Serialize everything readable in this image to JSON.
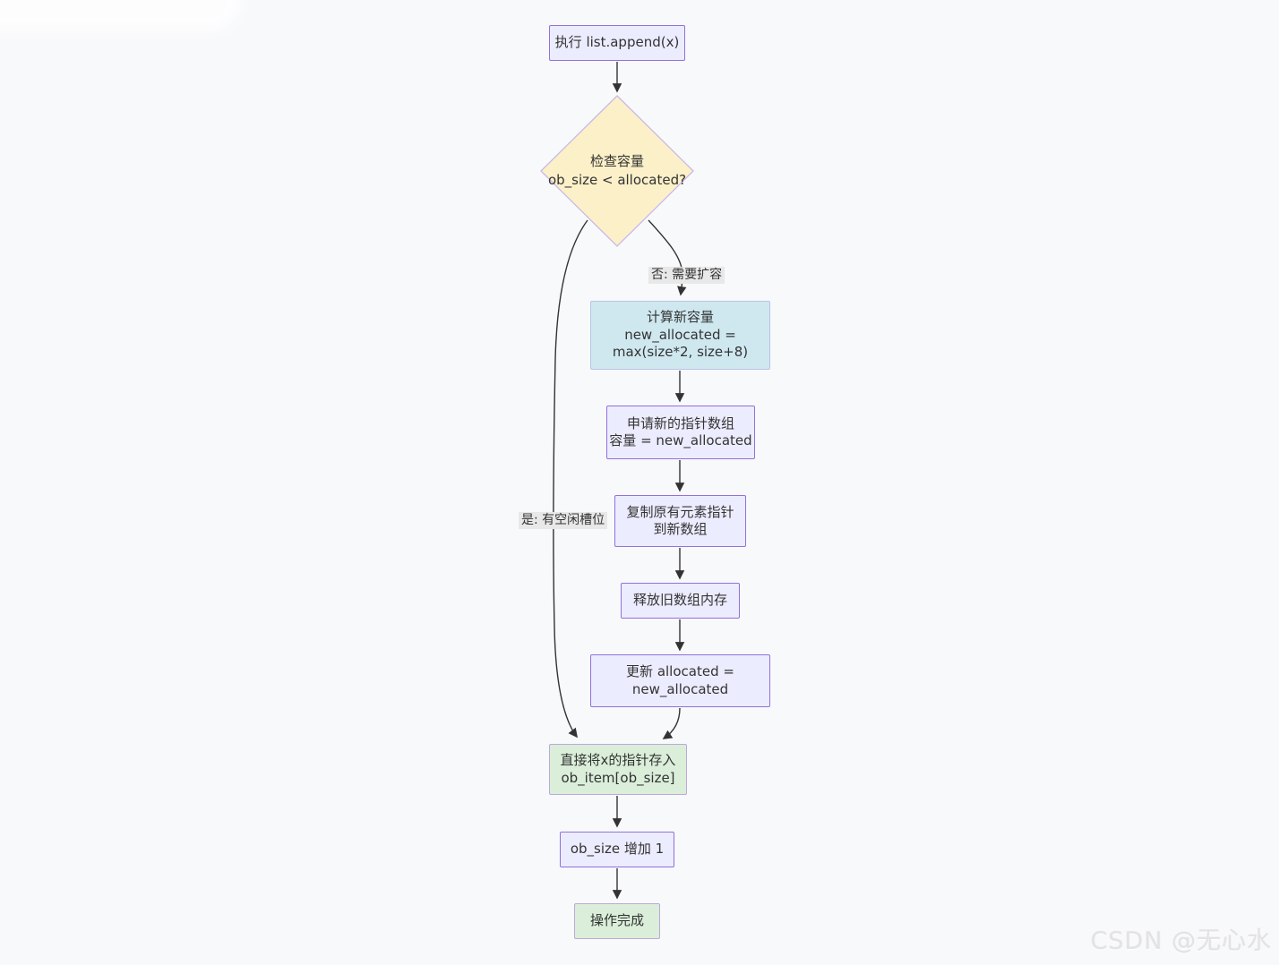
{
  "watermark": "CSDN @无心水",
  "diagram": {
    "nodes": {
      "start": {
        "lines": [
          "执行 list.append(x)"
        ]
      },
      "check_capacity": {
        "lines": [
          "检查容量",
          "ob_size < allocated?"
        ]
      },
      "calc_new_capacity": {
        "lines": [
          "计算新容量",
          "new_allocated =",
          "max(size*2, size+8)"
        ]
      },
      "alloc_new_array": {
        "lines": [
          "申请新的指针数组",
          "容量 = new_allocated"
        ]
      },
      "copy_pointers": {
        "lines": [
          "复制原有元素指针",
          "到新数组"
        ]
      },
      "free_old_array": {
        "lines": [
          "释放旧数组内存"
        ]
      },
      "update_allocated": {
        "lines": [
          "更新 allocated =",
          "new_allocated"
        ]
      },
      "store_pointer": {
        "lines": [
          "直接将x的指针存入",
          "ob_item[ob_size]"
        ]
      },
      "increase_size": {
        "lines": [
          "ob_size 增加 1"
        ]
      },
      "done": {
        "lines": [
          "操作完成"
        ]
      }
    },
    "edge_labels": {
      "no_branch": "否: 需要扩容",
      "yes_branch": "是: 有空闲槽位"
    },
    "colors": {
      "node_fill": "#ECECFF",
      "node_border": "#9370DB",
      "decision_fill": "#FBF0C8",
      "decision_border": "#C9B8E8",
      "calc_fill": "#CFE8F0",
      "calc_border": "#B7C3E6",
      "success_fill": "#DAEEDA",
      "success_border": "#BBA9DC",
      "edge": "#333333",
      "label_bg": "#E8E8E8",
      "text": "#333333",
      "page_bg": "#F8F9FB",
      "watermark": "#E3E3E3"
    }
  }
}
